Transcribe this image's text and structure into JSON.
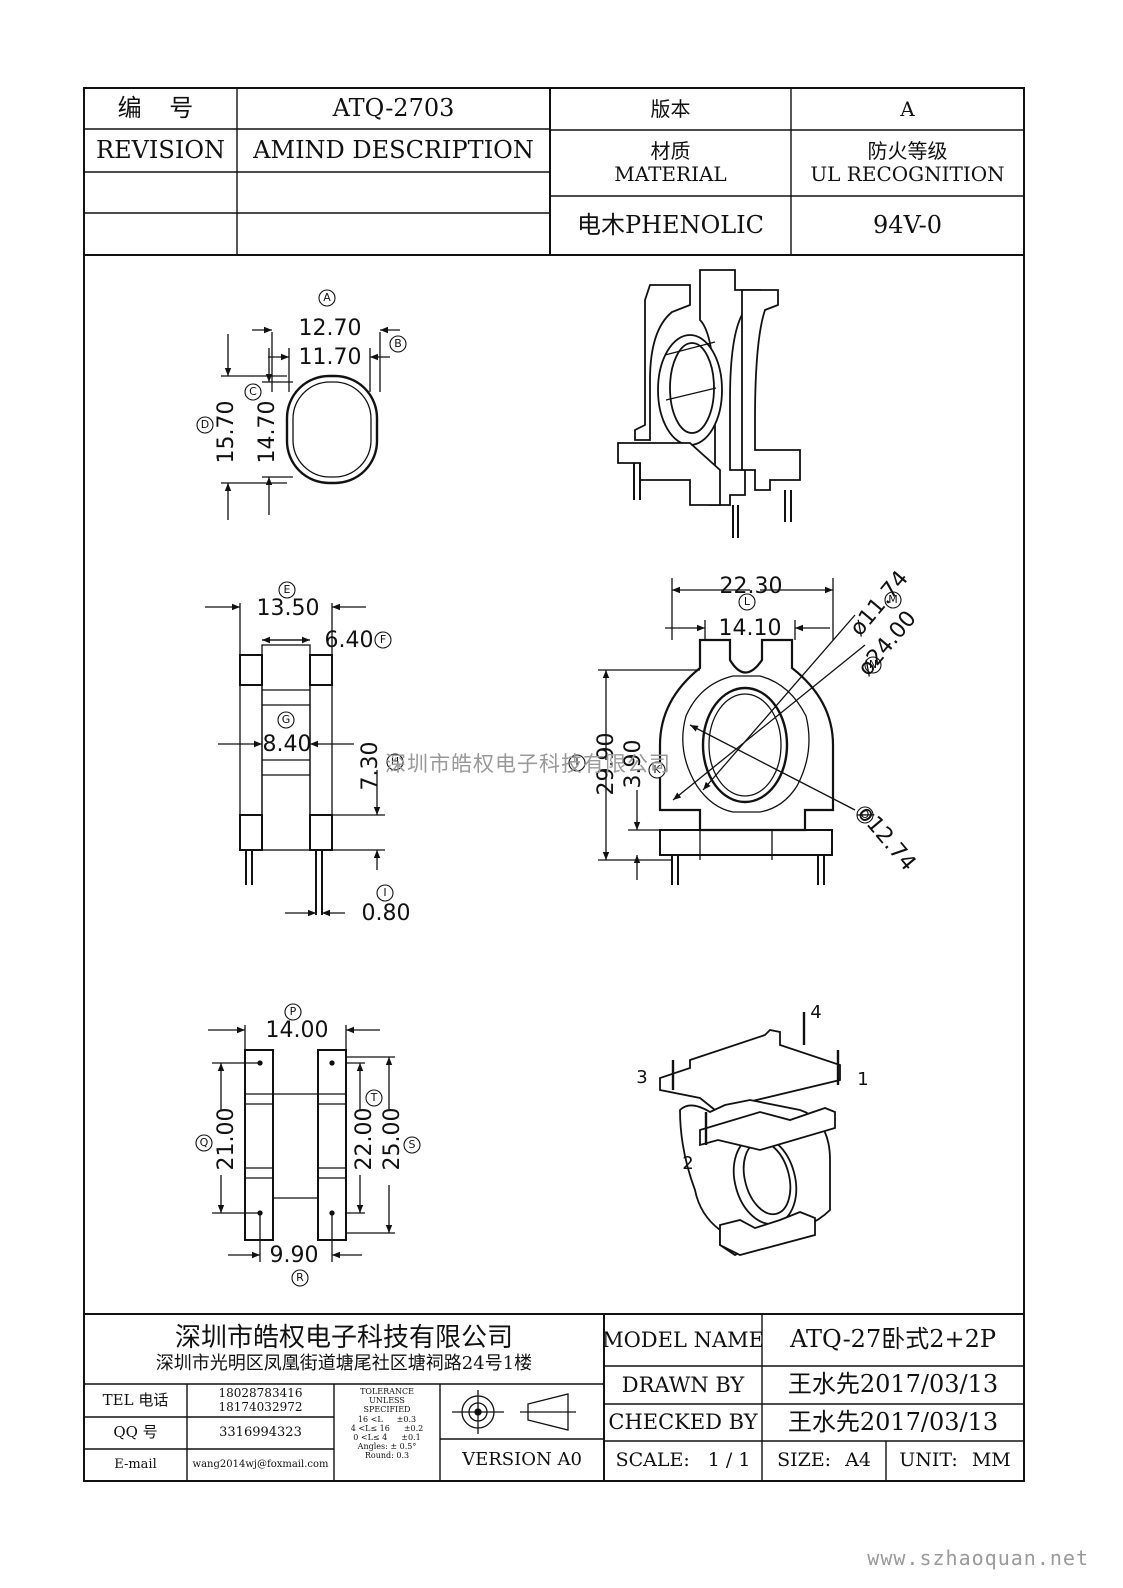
{
  "header": {
    "code_label": "编  号",
    "code_value": "ATQ-2703",
    "version_label": "版本",
    "version_value": "A",
    "revision_label": "REVISION",
    "amind_label": "AMIND DESCRIPTION",
    "material_label_cn": "材质",
    "material_label_en": "MATERIAL",
    "fire_label_cn": "防火等级",
    "fire_label_en": "UL RECOGNITION",
    "material_value": "电木PHENOLIC",
    "fire_value": "94V-0"
  },
  "drawing": {
    "view_a": {
      "dims": [
        "12.70",
        "11.70",
        "15.70",
        "14.70"
      ],
      "markers": [
        "A",
        "B",
        "C",
        "D"
      ]
    },
    "view_e": {
      "dims": [
        "13.50",
        "6.40",
        "8.40",
        "7.30",
        "0.80"
      ],
      "markers": [
        "E",
        "F",
        "G",
        "H",
        "I"
      ]
    },
    "view_l": {
      "dims": [
        "22.30",
        "14.10",
        "ø11.74",
        "ø24.00",
        "29.90",
        "3.90",
        "ø12.74"
      ],
      "markers": [
        "L",
        "M",
        "N",
        "J",
        "K",
        "O"
      ]
    },
    "view_p": {
      "dims": [
        "14.00",
        "21.00",
        "22.00",
        "25.00",
        "9.90"
      ],
      "markers": [
        "P",
        "Q",
        "T",
        "S",
        "R"
      ]
    },
    "pins": [
      "1",
      "2",
      "3",
      "4"
    ],
    "watermark": "深圳市皓权电子科技有限公司"
  },
  "footer": {
    "company_name": "深圳市皓权电子科技有限公司",
    "company_address": "深圳市光明区凤凰街道塘尾社区塘祠路24号1楼",
    "tel_label": "TEL 电话",
    "tel_values": [
      "18028783416",
      "18174032972"
    ],
    "qq_label": "QQ  号",
    "qq_value": "3316994323",
    "email_label": "E-mail",
    "email_value": "wang2014wj@foxmail.com",
    "tolerance": [
      "TOLERANCE",
      "UNLESS",
      "SPECIFIED"
    ],
    "tolerance_rows": [
      {
        "range": "16 <L",
        "tol": "±0.3"
      },
      {
        "range": "4 <L≤ 16",
        "tol": "±0.2"
      },
      {
        "range": "0 <L≤ 4",
        "tol": "±0.1"
      }
    ],
    "angles": "Angles: ± 0.5°",
    "round": "Round: 0.3",
    "version": "VERSION A0",
    "model_label": "MODEL NAME",
    "model_value": "ATQ-27卧式2+2P",
    "drawn_label": "DRAWN BY",
    "drawn_value": "王水先2017/03/13",
    "checked_label": "CHECKED BY",
    "checked_value": "王水先2017/03/13",
    "scale_label": "SCALE:",
    "scale_value": "1 / 1",
    "size_label": "SIZE:",
    "size_value": "A4",
    "unit_label": "UNIT:",
    "unit_value": "MM"
  },
  "site": "www.szhaoquan.net"
}
